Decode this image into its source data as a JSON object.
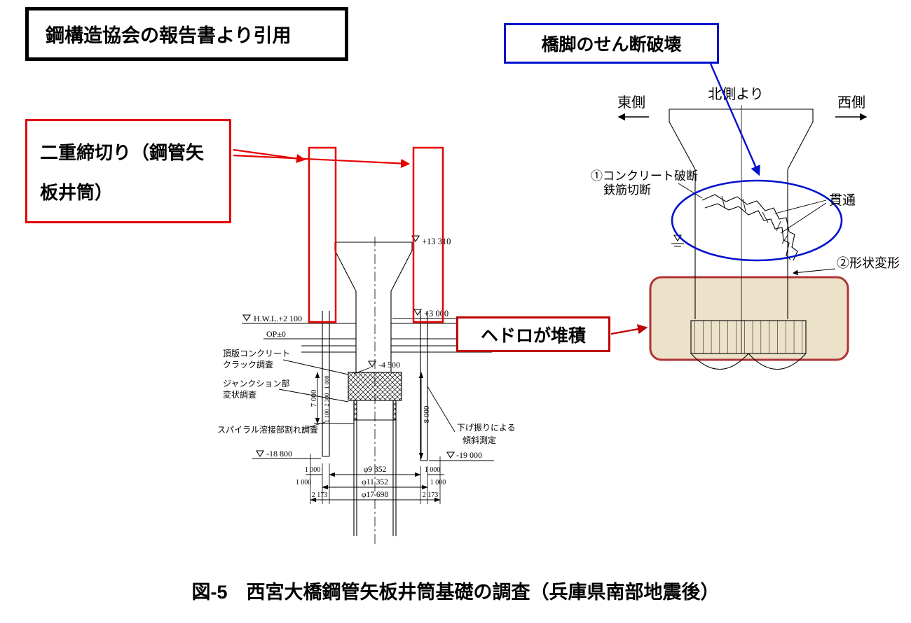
{
  "colors": {
    "highlight_red": "#e60000",
    "callout_dark_red": "#c00000",
    "callout_blue": "#0011cc",
    "sludge_fill": "#ece1c9",
    "sludge_border": "#b03434"
  },
  "annotations": {
    "source_note": "鋼構造協会の報告書より引用",
    "shear_failure": "橋脚のせん断破壊",
    "cofferdam_line1": "二重締切り（鋼管矢",
    "cofferdam_line2": "板井筒）",
    "sludge": "ヘドロが堆積"
  },
  "caption": "図-5　西宮大橋鋼管矢板井筒基礎の調査（兵庫県南部地震後）",
  "section_view": {
    "elevations": {
      "top": "+13 310",
      "p3000": "+3 000",
      "hwl": "H.W.L.+2 100",
      "op": "OP±0",
      "m4500": "-4 500",
      "m18800": "-18 800",
      "m19000": "-19 000"
    },
    "inspection_labels": {
      "top_slab_1": "頂版コンクリート",
      "top_slab_2": "クラック調査",
      "junction_1": "ジャンクション部",
      "junction_2": "変状調査",
      "spiral": "スパイラル溶接部割れ調査",
      "plumb_1": "下げ振りによる",
      "plumb_2": "傾斜測定"
    },
    "dimensions": {
      "v7000": "7 000",
      "v8000": "8 000",
      "v1000": "1 000",
      "v2300": "2 300",
      "v1100": "1 100",
      "phi9352": "φ9 352",
      "phi11352": "φ11 352",
      "phi17698": "φ17 698",
      "w1000": "1 000",
      "w2173": "2 173"
    }
  },
  "elevation_view": {
    "view_from": "北側より",
    "east": "東側",
    "west": "西側",
    "note1_1": "①コンクリート破断",
    "note1_2": "鉄筋切断",
    "through": "貫通",
    "note2": "②形状変形"
  }
}
